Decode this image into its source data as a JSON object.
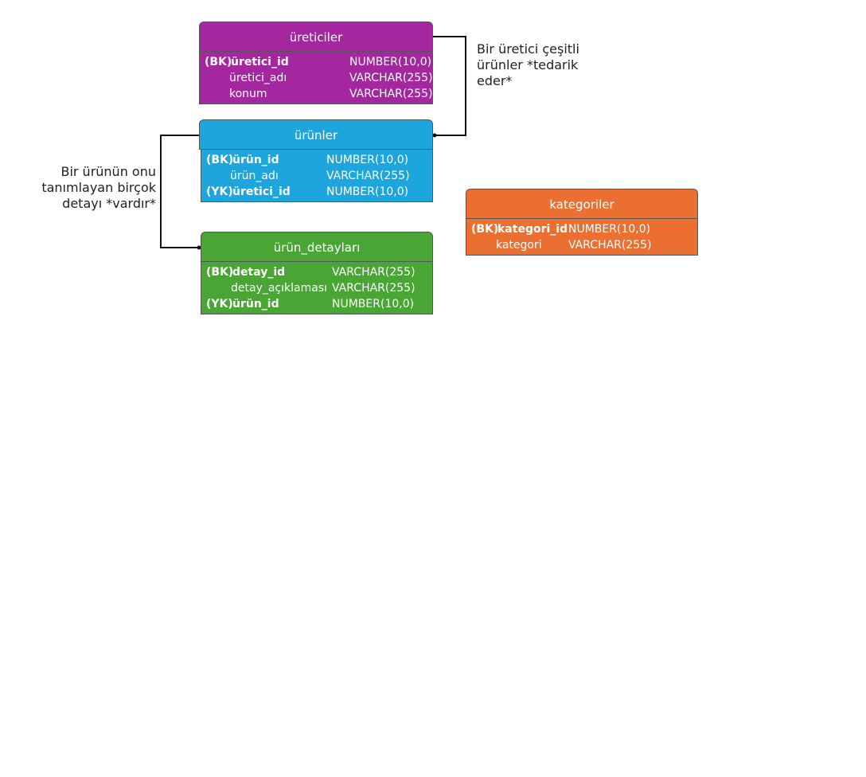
{
  "entities": {
    "ureticiler": {
      "title": "üreticiler",
      "color": "#a4279f",
      "fields": [
        {
          "key": "(BK)",
          "name": "üretici_id",
          "type": "NUMBER(10,0)"
        },
        {
          "key": "",
          "name": "üretici_adı",
          "type": "VARCHAR(255)"
        },
        {
          "key": "",
          "name": "konum",
          "type": "VARCHAR(255)"
        }
      ]
    },
    "urunler": {
      "title": "ürünler",
      "color": "#1da5dd",
      "fields": [
        {
          "key": "(BK)",
          "name": "ürün_id",
          "type": "NUMBER(10,0)"
        },
        {
          "key": "",
          "name": "ürün_adı",
          "type": "VARCHAR(255)"
        },
        {
          "key": "(YK)",
          "name": "üretici_id",
          "type": "NUMBER(10,0)"
        }
      ]
    },
    "urun_detaylari": {
      "title": "ürün_detayları",
      "color": "#49a534",
      "fields": [
        {
          "key": "(BK)",
          "name": "detay_id",
          "type": "VARCHAR(255)"
        },
        {
          "key": "",
          "name": "detay_açıklaması",
          "type": "VARCHAR(255)"
        },
        {
          "key": "(YK)",
          "name": "ürün_id",
          "type": "NUMBER(10,0)"
        }
      ]
    },
    "kategoriler": {
      "title": "kategoriler",
      "color": "#ea6f31",
      "fields": [
        {
          "key": "(BK)",
          "name": "kategori_id",
          "type": "NUMBER(10,0)"
        },
        {
          "key": "",
          "name": "kategori",
          "type": "VARCHAR(255)"
        }
      ]
    }
  },
  "annotations": {
    "right": [
      "Bir üretici çeşitli",
      "ürünler *tedarik",
      "eder*"
    ],
    "left": [
      "Bir ürünün onu",
      "tanımlayan birçok",
      "detayı *vardır*"
    ]
  },
  "colors": {
    "connector": "#111111",
    "border": "#555555"
  }
}
